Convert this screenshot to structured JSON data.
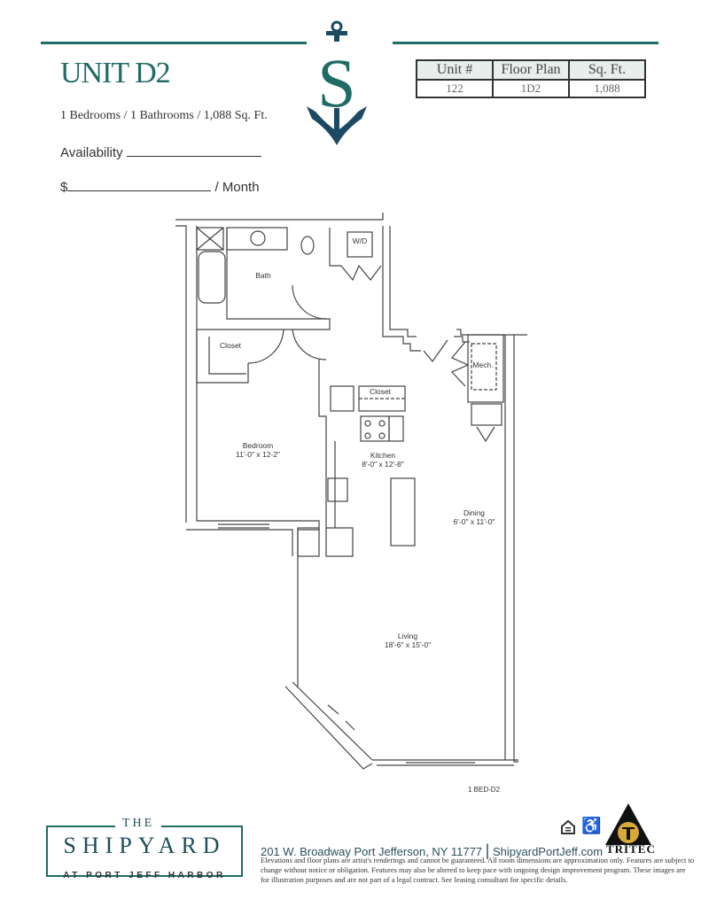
{
  "header": {
    "title": "UNIT D2",
    "summary": "1 Bedrooms / 1 Bathrooms / 1,088 Sq. Ft.",
    "availability_label": "Availability",
    "price_prefix": "$",
    "price_suffix": "/ Month",
    "logo_letter": "S"
  },
  "info_table": {
    "headers": [
      "Unit #",
      "Floor Plan",
      "Sq. Ft."
    ],
    "values": [
      "122",
      "1D2",
      "1,088"
    ]
  },
  "plan": {
    "rooms": {
      "bath": "Bath",
      "wd": "W/D",
      "closet1": "Closet",
      "closet2": "Closet",
      "mech": "Mech.",
      "bedroom": "Bedroom",
      "bedroom_dim": "11'-0\" x 12-2\"",
      "kitchen": "Kitchen",
      "kitchen_dim": "8'-0\" x 12'-8\"",
      "dining": "Dining",
      "dining_dim": "6'-0\" x 11'-0\"",
      "living": "Living",
      "living_dim": "18'-6\" x 15'-0\""
    },
    "plan_id": "1 BED-D2"
  },
  "footer": {
    "logo_the": "THE",
    "logo_name": "SHIPYARD",
    "logo_sub": "AT PORT JEFF HARBOR",
    "address": "201 W. Broadway Port Jefferson, NY 11777",
    "website": "ShipyardPortJeff.com",
    "developer": "TRITEC",
    "disclaimer": "Elevations and floor plans are artist's renderings and cannot be guaranteed. All room dimensions are approximation only. Features are subject to change without notice or obligation. Features may also be altered to keep pace with ongoing design improvement program. These images are for illustration purposes and are not part of a legal contract. See leasing consultant for specific details."
  },
  "colors": {
    "teal": "#1f6b66",
    "navy": "#1c4a63"
  }
}
